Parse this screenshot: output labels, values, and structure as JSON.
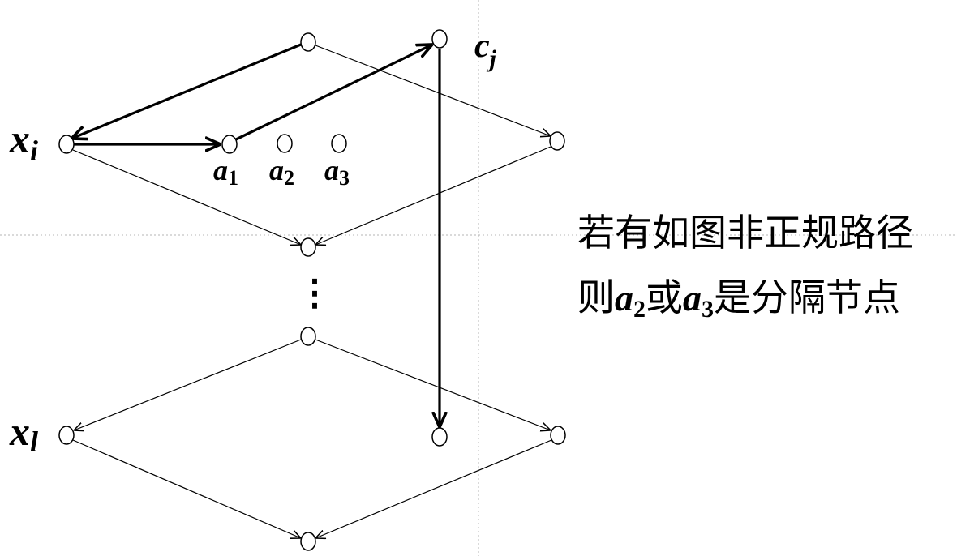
{
  "labels": {
    "x_i": {
      "base": "x",
      "sub": "i"
    },
    "x_l": {
      "base": "x",
      "sub": "l"
    },
    "c_j": {
      "base": "c",
      "sub": "j"
    },
    "a_1": {
      "base": "a",
      "sub": "1"
    },
    "a_2": {
      "base": "a",
      "sub": "2"
    },
    "a_3": {
      "base": "a",
      "sub": "3"
    }
  },
  "vdots": "⋮",
  "caption": {
    "line1": "若有如图非正规路径",
    "line2": {
      "pre": "则",
      "v1": "a",
      "s1": "2",
      "mid": "或",
      "v2": "a",
      "s2": "3",
      "post": "是分隔节点"
    }
  }
}
